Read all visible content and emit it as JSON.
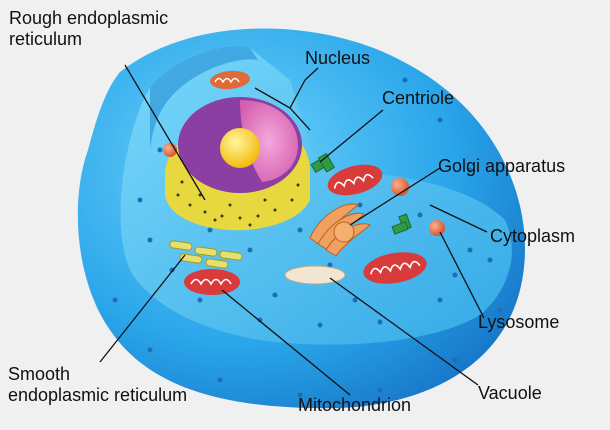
{
  "labels": {
    "rough_er": [
      "Rough endoplasmic",
      "reticulum"
    ],
    "nucleus": "Nucleus",
    "centriole": "Centriole",
    "golgi": "Golgi apparatus",
    "cytoplasm": "Cytoplasm",
    "lysosome": "Lysosome",
    "vacuole": "Vacuole",
    "mitochondrion": "Mitochondrion",
    "smooth_er": [
      "Smooth",
      "endoplasmic reticulum"
    ]
  },
  "colors": {
    "background": "#f0f0f0",
    "cell_outer": "#1f9ae0",
    "cell_cut_surface": "#4ec6f4",
    "cytoplasm_dots": "#1a6fb8",
    "nucleus_membrane": "#8b3fa3",
    "nucleus_inner": "#e37cc0",
    "nucleolus": "#f5d21c",
    "rough_er": "#e6d83c",
    "mitochondrion": "#d93a3a",
    "golgi": "#f0a060",
    "lysosome": "#e06a4a",
    "centriole": "#2f9a48",
    "vacuole": "#f2e6d2",
    "leader_line": "#111111"
  }
}
